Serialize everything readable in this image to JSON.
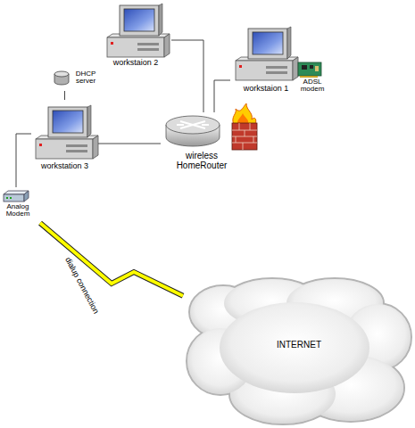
{
  "diagram": {
    "nodes": [
      {
        "text": [
          "workstaion 2"
        ]
      },
      {
        "text": [
          "workstaion 1"
        ]
      },
      {
        "text": [
          "ADSL modem"
        ]
      },
      {
        "text": [
          "DHCP server"
        ]
      },
      {
        "text": [
          "workstation 3"
        ]
      },
      {
        "text": [
          "wireless HomeRouter"
        ]
      },
      {
        "text": [
          "Analog Modem"
        ]
      },
      {
        "text": [
          "INTERNET"
        ]
      }
    ],
    "edges": [
      {
        "from": 0,
        "to": 5,
        "arrow": "none"
      },
      {
        "from": 1,
        "to": 5,
        "arrow": "none"
      },
      {
        "from": 4,
        "to": 5,
        "arrow": "none"
      },
      {
        "from": 3,
        "to": 4,
        "arrow": "none"
      },
      {
        "from": 4,
        "to": 6,
        "arrow": "none"
      },
      {
        "from": 6,
        "to": 7,
        "label": "dialup connection",
        "arrow": "none"
      }
    ]
  }
}
